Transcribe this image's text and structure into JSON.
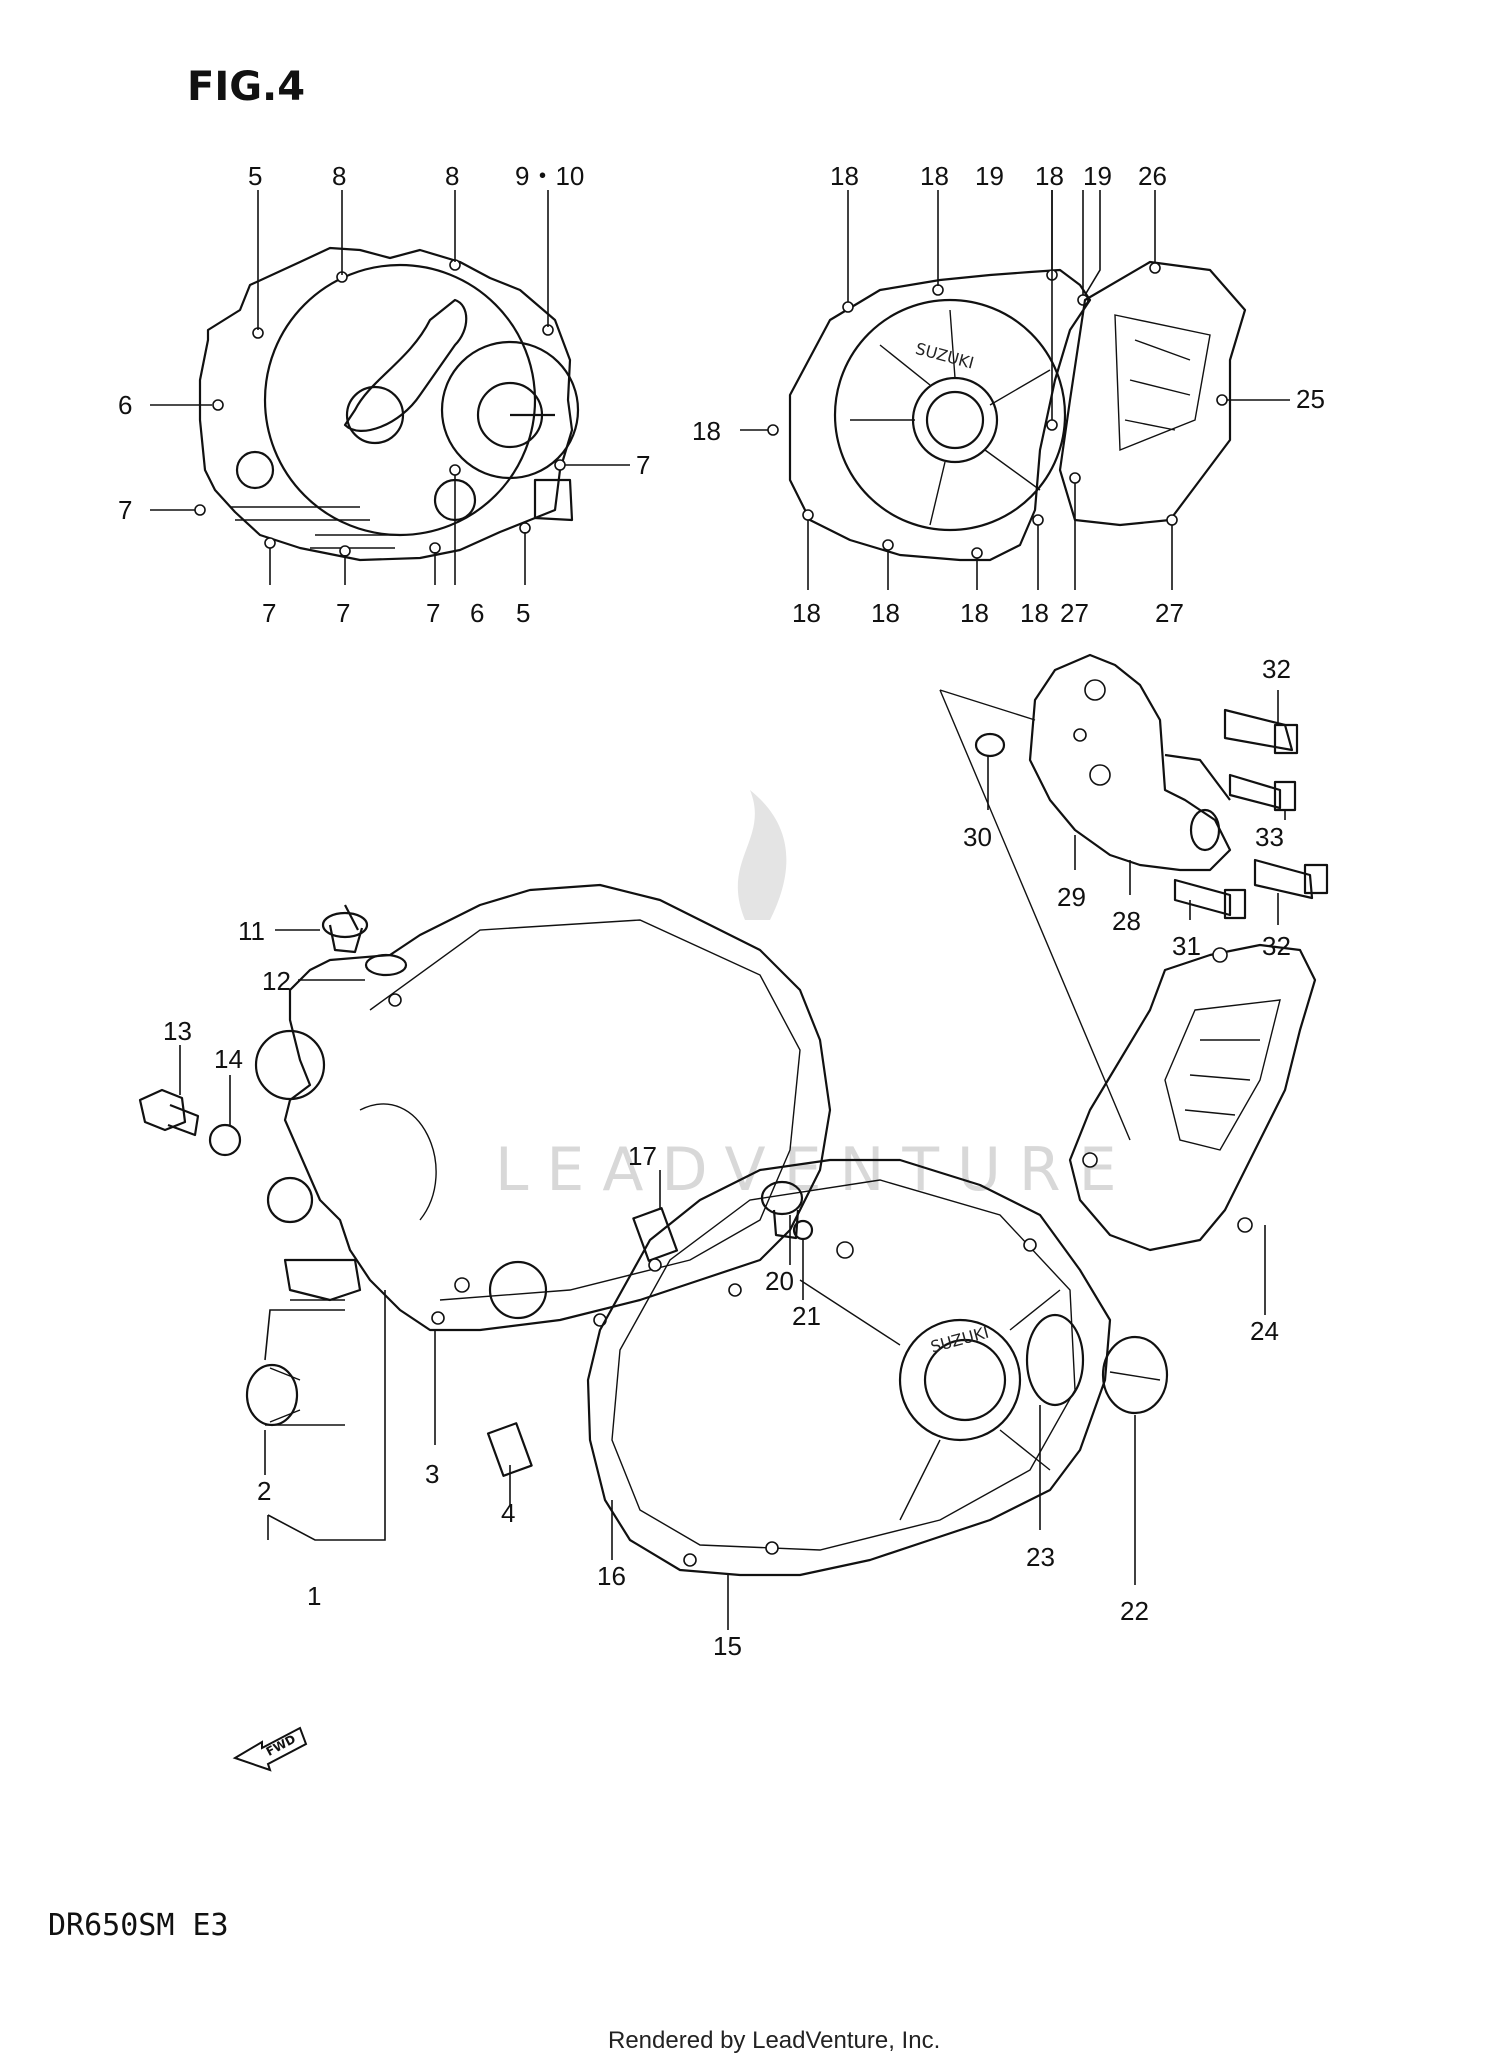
{
  "title": "FIG.4",
  "model": "DR650SM E3",
  "footer": "Rendered by LeadVenture, Inc.",
  "watermark": "LEADVENTURE",
  "fwd_label": "FWD",
  "brand_marks": [
    "SUZUKI",
    "SUZUKI"
  ],
  "callouts": [
    {
      "id": "5a",
      "text": "5"
    },
    {
      "id": "8a",
      "text": "8"
    },
    {
      "id": "8b",
      "text": "8"
    },
    {
      "id": "9-10",
      "text": "9・10"
    },
    {
      "id": "6a",
      "text": "6"
    },
    {
      "id": "7a",
      "text": "7"
    },
    {
      "id": "7b",
      "text": "7"
    },
    {
      "id": "7c",
      "text": "7"
    },
    {
      "id": "7d",
      "text": "7"
    },
    {
      "id": "7e",
      "text": "7"
    },
    {
      "id": "6b",
      "text": "6"
    },
    {
      "id": "5b",
      "text": "5"
    },
    {
      "id": "18a",
      "text": "18"
    },
    {
      "id": "18b",
      "text": "18"
    },
    {
      "id": "19a",
      "text": "19"
    },
    {
      "id": "18c",
      "text": "18"
    },
    {
      "id": "19b",
      "text": "19"
    },
    {
      "id": "26",
      "text": "26"
    },
    {
      "id": "18d",
      "text": "18"
    },
    {
      "id": "25",
      "text": "25"
    },
    {
      "id": "18e",
      "text": "18"
    },
    {
      "id": "18f",
      "text": "18"
    },
    {
      "id": "18g",
      "text": "18"
    },
    {
      "id": "18h",
      "text": "18"
    },
    {
      "id": "27a",
      "text": "27"
    },
    {
      "id": "27b",
      "text": "27"
    },
    {
      "id": "32a",
      "text": "32"
    },
    {
      "id": "30",
      "text": "30"
    },
    {
      "id": "33",
      "text": "33"
    },
    {
      "id": "29",
      "text": "29"
    },
    {
      "id": "28",
      "text": "28"
    },
    {
      "id": "31",
      "text": "31"
    },
    {
      "id": "32b",
      "text": "32"
    },
    {
      "id": "11",
      "text": "11"
    },
    {
      "id": "12",
      "text": "12"
    },
    {
      "id": "13",
      "text": "13"
    },
    {
      "id": "14",
      "text": "14"
    },
    {
      "id": "17",
      "text": "17"
    },
    {
      "id": "20",
      "text": "20"
    },
    {
      "id": "21",
      "text": "21"
    },
    {
      "id": "24",
      "text": "24"
    },
    {
      "id": "2",
      "text": "2"
    },
    {
      "id": "3",
      "text": "3"
    },
    {
      "id": "4",
      "text": "4"
    },
    {
      "id": "16",
      "text": "16"
    },
    {
      "id": "23",
      "text": "23"
    },
    {
      "id": "22",
      "text": "22"
    },
    {
      "id": "1",
      "text": "1"
    },
    {
      "id": "15",
      "text": "15"
    }
  ]
}
